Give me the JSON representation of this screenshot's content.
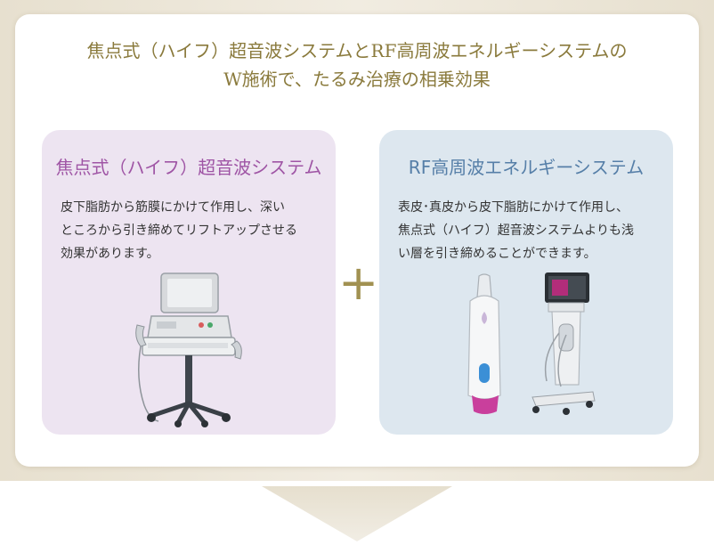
{
  "headline": {
    "line1": "焦点式（ハイフ）超音波システムとRF高周波エネルギーシステムの",
    "line2": "W施術で、たるみ治療の相乗効果"
  },
  "left_panel": {
    "title": "焦点式（ハイフ）超音波システム",
    "lines": [
      "皮下脂肪から筋膜にかけて作用し、深い",
      "ところから引き締めてリフトアップさせる",
      "効果があります。"
    ],
    "device_icon": "hifu-machine-on-cart"
  },
  "plus_symbol": "+",
  "right_panel": {
    "title": "RF高周波エネルギーシステム",
    "lines": [
      "表皮･真皮から皮下脂肪にかけて作用し、",
      "焦点式（ハイフ）超音波システムよりも浅",
      "い層を引き締めることができます。"
    ],
    "device_icon": "rf-handpiece-and-cart"
  },
  "colors": {
    "headline": "#8a7a3c",
    "left_title": "#9f55a5",
    "right_title": "#567fa8",
    "left_bg": "#ede4f1",
    "right_bg": "#dde7ef",
    "frame": "#ede7da",
    "arrow": "#ede6d6"
  }
}
